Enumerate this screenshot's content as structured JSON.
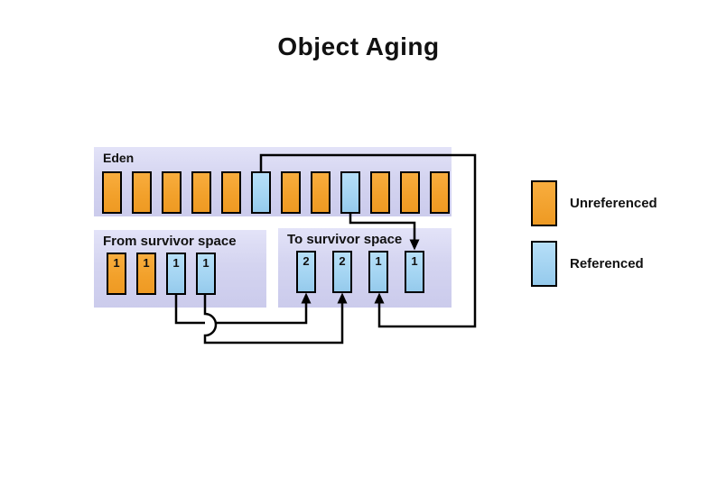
{
  "title": "Object Aging",
  "colors": {
    "unreferenced_fill": "#F2A22B",
    "referenced_fill": "#A6D4F1",
    "region_background": "#D6D6F0",
    "outline": "#000000"
  },
  "regions": {
    "eden": {
      "label": "Eden",
      "blocks": [
        {
          "type": "unreferenced"
        },
        {
          "type": "unreferenced"
        },
        {
          "type": "unreferenced"
        },
        {
          "type": "unreferenced"
        },
        {
          "type": "unreferenced"
        },
        {
          "type": "referenced"
        },
        {
          "type": "unreferenced"
        },
        {
          "type": "unreferenced"
        },
        {
          "type": "referenced"
        },
        {
          "type": "unreferenced"
        },
        {
          "type": "unreferenced"
        },
        {
          "type": "unreferenced"
        }
      ]
    },
    "from_survivor": {
      "label": "From survivor space",
      "blocks": [
        {
          "type": "unreferenced",
          "label": "1"
        },
        {
          "type": "unreferenced",
          "label": "1"
        },
        {
          "type": "referenced",
          "label": "1"
        },
        {
          "type": "referenced",
          "label": "1"
        }
      ]
    },
    "to_survivor": {
      "label": "To survivor space",
      "blocks": [
        {
          "type": "referenced",
          "label": "2"
        },
        {
          "type": "referenced",
          "label": "2"
        },
        {
          "type": "referenced",
          "label": "1"
        },
        {
          "type": "referenced",
          "label": "1"
        }
      ]
    }
  },
  "legend": {
    "items": [
      {
        "type": "unreferenced",
        "label": "Unreferenced"
      },
      {
        "type": "referenced",
        "label": "Referenced"
      }
    ]
  }
}
